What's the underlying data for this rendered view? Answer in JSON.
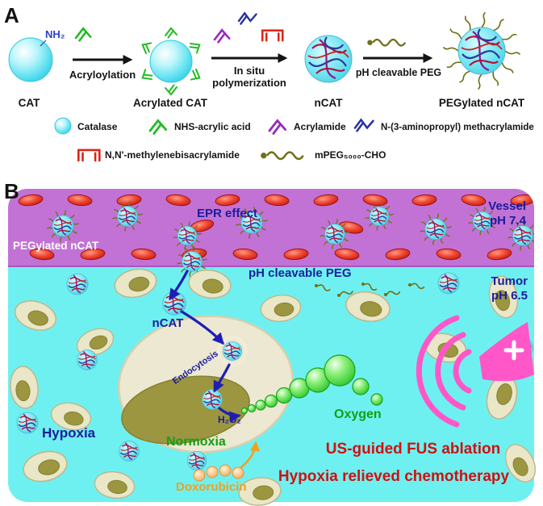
{
  "figure": {
    "panel_a_label": "A",
    "panel_b_label": "B"
  },
  "panel_a": {
    "species": {
      "cat": "CAT",
      "acrylated_cat": "Acrylated CAT",
      "ncat": "nCAT",
      "pegylated_ncat": "PEGylated nCAT"
    },
    "annotations": {
      "nh2": "NH₂",
      "step1": "Acryloylation",
      "step2_line1": "In situ",
      "step2_line2": "polymerization",
      "step3": "pH cleavable PEG"
    },
    "legend": {
      "catalase": "Catalase",
      "nhs_acrylic_acid": "NHS-acrylic acid",
      "acrylamide": "Acrylamide",
      "aminopropyl_methacrylamide": "N-(3-aminopropyl) methacrylamide",
      "methylenebisacrylamide": "N,N'-methylenebisacrylamide",
      "mpeg_cho": "mPEG₅₀₀₀-CHO"
    }
  },
  "panel_b": {
    "vessel": {
      "name_line1": "Vessel",
      "name_line2": "pH 7.4",
      "epr_effect": "EPR effect",
      "pegylated_ncat": "PEGylated nCAT"
    },
    "tumor": {
      "name_line1": "Tumor",
      "name_line2": "pH 6.5",
      "ph_cleavable_peg": "pH cleavable PEG",
      "ncat": "nCAT",
      "endocytosis": "Endocytosis",
      "h2o2": "H₂O₂",
      "normoxia": "Normoxia",
      "oxygen": "Oxygen",
      "hypoxia": "Hypoxia",
      "doxorubicin": "Doxorubicin",
      "us_ablation": "US-guided FUS ablation",
      "chemo": "Hypoxia relieved chemotherapy"
    }
  },
  "colors": {
    "tumor_bg": "#6ff0f0",
    "vessel_bg": "#c272d4",
    "catalase_cyan": "#49d9ec",
    "navy_text": "#1c1c9c",
    "green_text": "#12a012",
    "red_text": "#cf1111",
    "orange_text": "#f0a020",
    "transducer_pink": "#ff57c8",
    "rbc_red": "#d92020",
    "cell_beige": "#eae6c8",
    "nucleus_olive": "#9c9640",
    "peg_olive": "#6f6f15"
  }
}
